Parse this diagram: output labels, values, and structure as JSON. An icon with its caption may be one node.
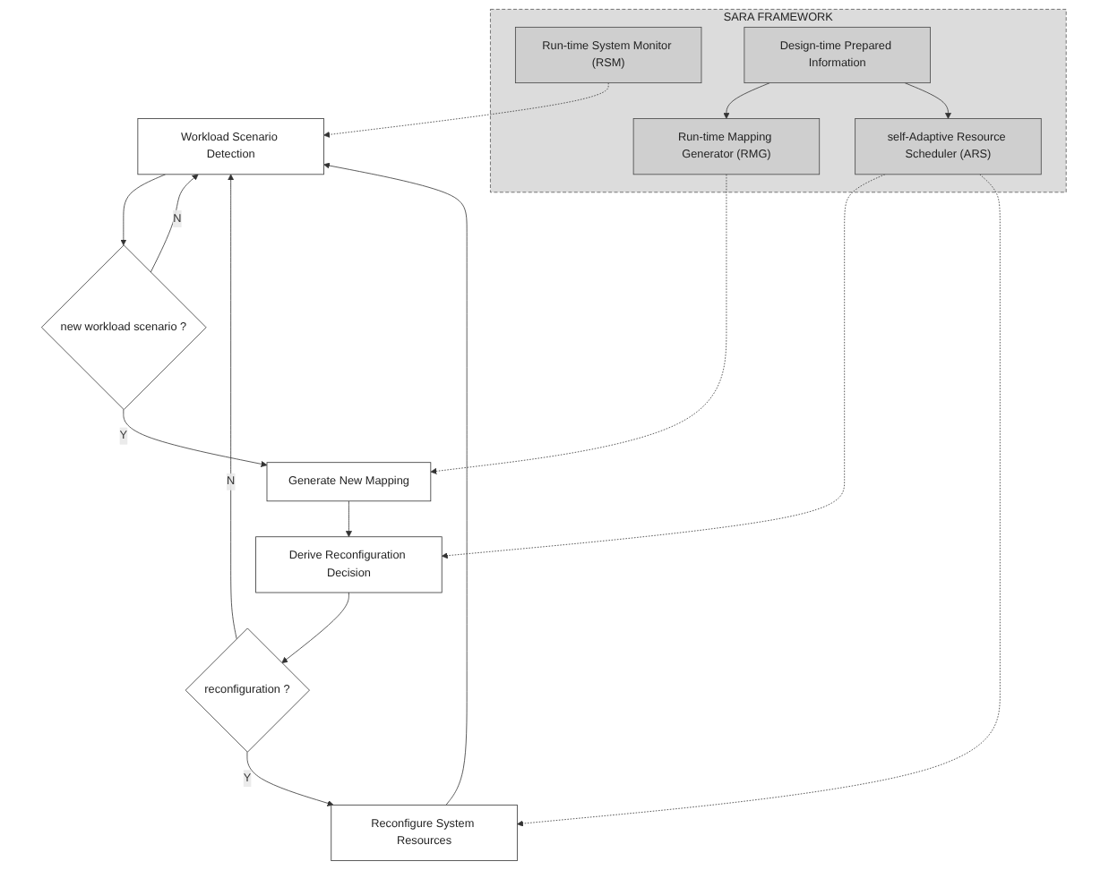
{
  "diagram": {
    "nodes": [
      {
        "text": [
          "Workload Scenario Detection"
        ]
      },
      {
        "text": [
          "new workload scenario ?"
        ]
      },
      {
        "text": [
          "Generate New Mapping"
        ]
      },
      {
        "text": [
          "Derive Reconfiguration Decision"
        ]
      },
      {
        "text": [
          "reconfiguration ?"
        ]
      },
      {
        "text": [
          "Reconfigure System Resources"
        ]
      },
      {
        "text": [
          "SARA FRAMEWORK"
        ]
      },
      {
        "text": [
          "Run-time System Monitor (RSM)"
        ],
        "in": 6
      },
      {
        "text": [
          "Run-time Mapping Generator (RMG)"
        ],
        "in": 6
      },
      {
        "text": [
          "self-Adaptive Resource Scheduler (ARS)"
        ],
        "in": 6
      },
      {
        "text": [
          "Design-time Prepared Information"
        ],
        "in": 6
      }
    ],
    "edges": [
      {
        "from": 0,
        "to": 1,
        "arrow": "to"
      },
      {
        "from": 1,
        "to": 0,
        "arrow": "to",
        "label": "N"
      },
      {
        "from": 1,
        "to": 2,
        "arrow": "to",
        "label": "Y"
      },
      {
        "from": 2,
        "to": 3,
        "arrow": "to"
      },
      {
        "from": 3,
        "to": 4,
        "arrow": "to"
      },
      {
        "from": 4,
        "to": 0,
        "arrow": "to",
        "label": "N"
      },
      {
        "from": 4,
        "to": 5,
        "arrow": "to",
        "label": "Y"
      },
      {
        "from": 5,
        "to": 0,
        "arrow": "to"
      },
      {
        "from": 7,
        "to": 0,
        "arrow": "to",
        "style": "dashed"
      },
      {
        "from": 8,
        "to": 2,
        "arrow": "to",
        "style": "dashed"
      },
      {
        "from": 9,
        "to": 3,
        "arrow": "to",
        "style": "dashed"
      },
      {
        "from": 10,
        "to": 8,
        "arrow": "to"
      },
      {
        "from": 10,
        "to": 9,
        "arrow": "to"
      },
      {
        "from": 9,
        "to": 5,
        "arrow": "to",
        "style": "dashed"
      }
    ]
  }
}
